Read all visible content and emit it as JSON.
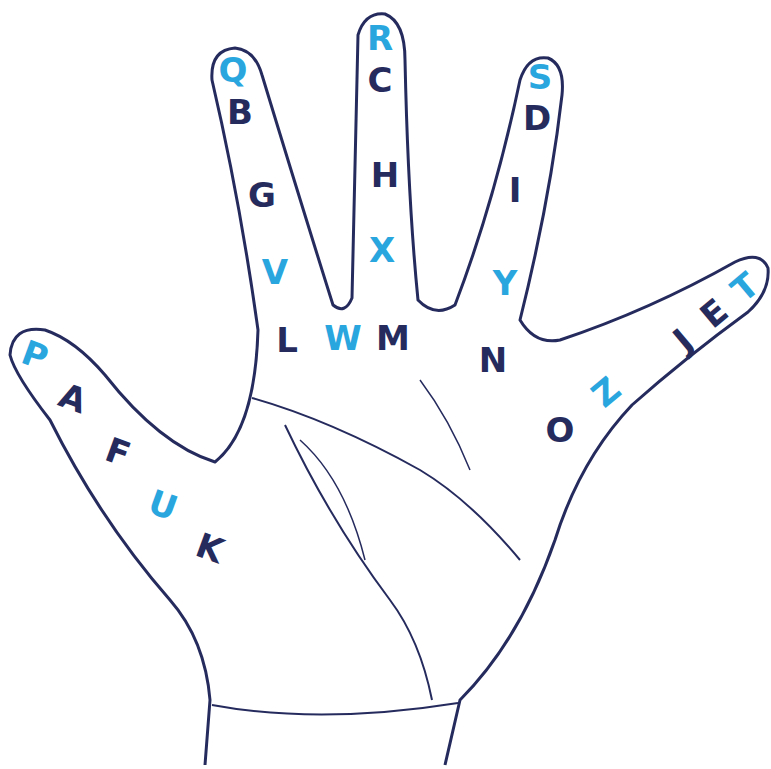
{
  "diagram": {
    "labels": [
      "P",
      "A",
      "F",
      "U",
      "K",
      "Q",
      "B",
      "G",
      "V",
      "L",
      "R",
      "C",
      "H",
      "X",
      "W",
      "M",
      "S",
      "D",
      "I",
      "Y",
      "N",
      "T",
      "E",
      "J",
      "Z",
      "O"
    ]
  }
}
